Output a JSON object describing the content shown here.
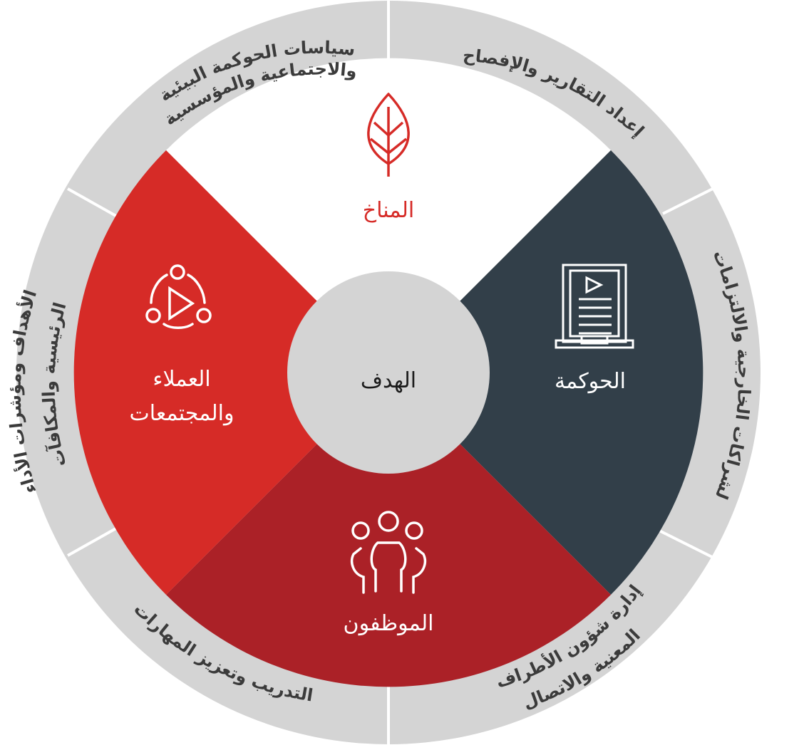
{
  "center": {
    "label": "الهدف"
  },
  "quadrants": {
    "top": {
      "label": "المناخ",
      "icon": "leaf-icon",
      "color": "#ffffff",
      "text_color": "#d62b27"
    },
    "right": {
      "label": "الحوكمة",
      "icon": "document-play-icon",
      "color": "#323f49",
      "text_color": "#ffffff"
    },
    "bottom": {
      "label": "الموظفون",
      "icon": "people-group-icon",
      "color": "#ab2127",
      "text_color": "#ffffff"
    },
    "left": {
      "label_line1": "العملاء",
      "label_line2": "والمجتمعات",
      "icon": "community-play-icon",
      "color": "#d62b27",
      "text_color": "#ffffff"
    }
  },
  "ring": {
    "color": "#d4d4d4",
    "segments": [
      {
        "line1": "سياسات الحوكمة البيئية",
        "line2": "والاجتماعية والمؤسسية"
      },
      {
        "line1": "إعداد التقارير والإفصاح"
      },
      {
        "line1": "الشراكات الخارجية والالتزامات"
      },
      {
        "line1": "إدارة شؤون الأطراف",
        "line2": "المعنية والاتصال"
      },
      {
        "line1": "التدريب وتعزيز المهارات"
      },
      {
        "line1": "الأهداف ومؤشرات الأداء",
        "line2": "الرئيسية والمكافآت"
      }
    ]
  }
}
